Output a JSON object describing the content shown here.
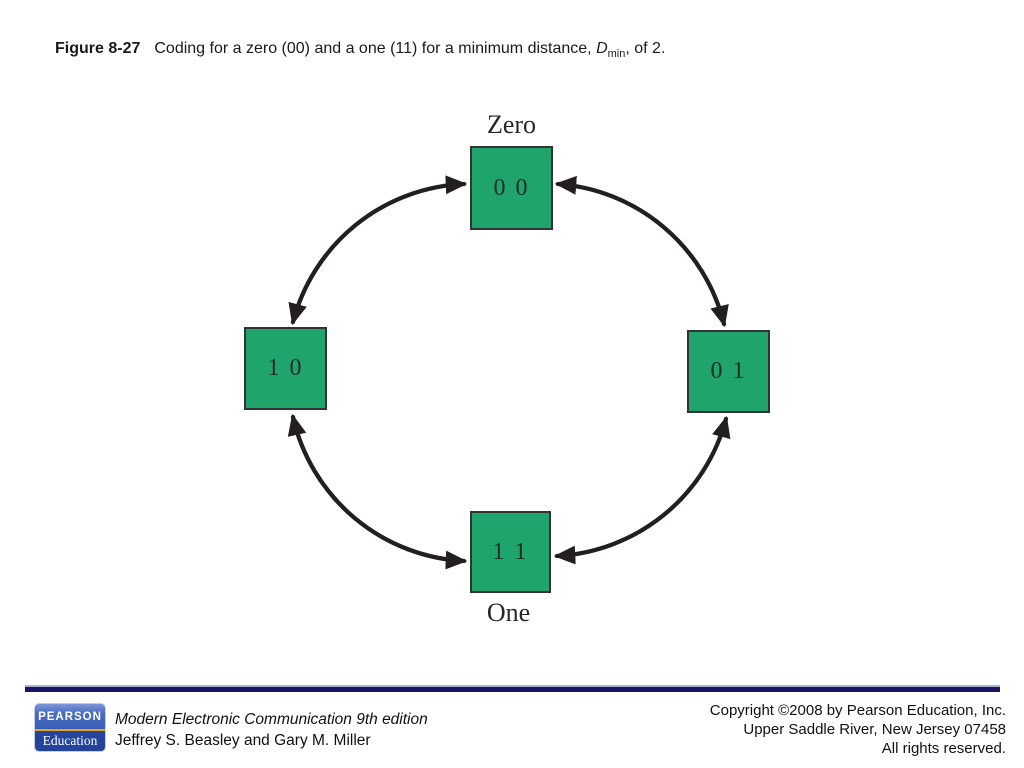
{
  "caption": {
    "figure_label": "Figure 8-27",
    "text_before": "Coding for a zero (00) and a one (11) for a minimum distance, ",
    "d_symbol": "D",
    "d_subscript": "min",
    "text_after": ", of 2."
  },
  "diagram": {
    "top_label": "Zero",
    "bottom_label": "One",
    "nodes": [
      {
        "id": "top",
        "value": "0 0"
      },
      {
        "id": "right",
        "value": "0 1"
      },
      {
        "id": "bottom",
        "value": "1 1"
      },
      {
        "id": "left",
        "value": "1 0"
      }
    ],
    "box_color": "#1fa46b",
    "box_border_color": "#333333",
    "arrow_color": "#231f20"
  },
  "footer": {
    "logo": {
      "brand": "PEARSON",
      "division": "Education"
    },
    "book_title": "Modern Electronic Communication 9th edition",
    "authors": "Jeffrey S. Beasley and Gary M. Miller",
    "copyright_lines": [
      "Copyright ©2008 by Pearson Education, Inc.",
      "Upper Saddle River, New Jersey 07458",
      "All rights reserved."
    ]
  }
}
